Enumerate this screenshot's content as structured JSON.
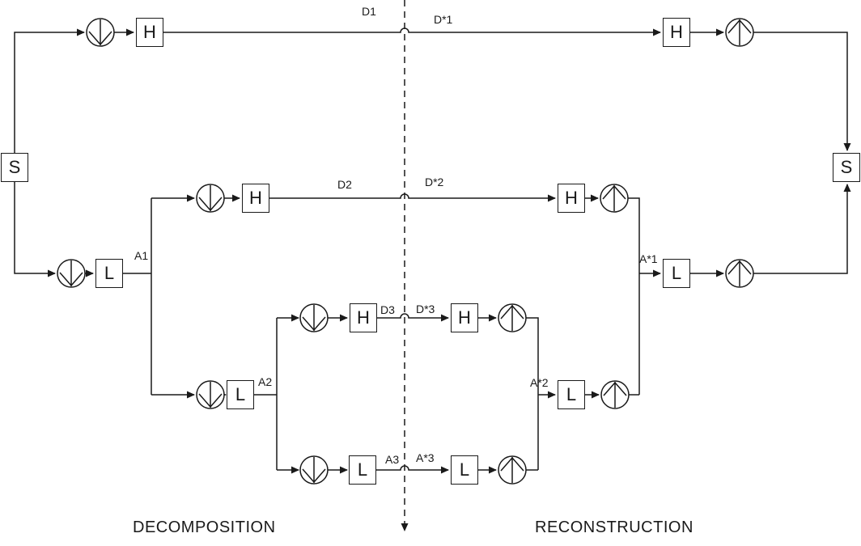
{
  "diagram": {
    "section_labels": {
      "left": "DECOMPOSITION",
      "right": "RECONSTRUCTION"
    },
    "blocks": {
      "source": "S",
      "highpass": "H",
      "lowpass": "L"
    },
    "signals": {
      "d1": "D1",
      "d1_rec": "D*1",
      "d2": "D2",
      "d2_rec": "D*2",
      "d3": "D3",
      "d3_rec": "D*3",
      "a1": "A1",
      "a2": "A2",
      "a3": "A3",
      "a1_rec": "A*1",
      "a2_rec": "A*2",
      "a3_rec": "A*3"
    },
    "icons": {
      "downsampler": "downsample-icon",
      "upsampler": "upsample-icon"
    },
    "colors": {
      "line": "#1a1a1a",
      "background": "#ffffff"
    }
  }
}
